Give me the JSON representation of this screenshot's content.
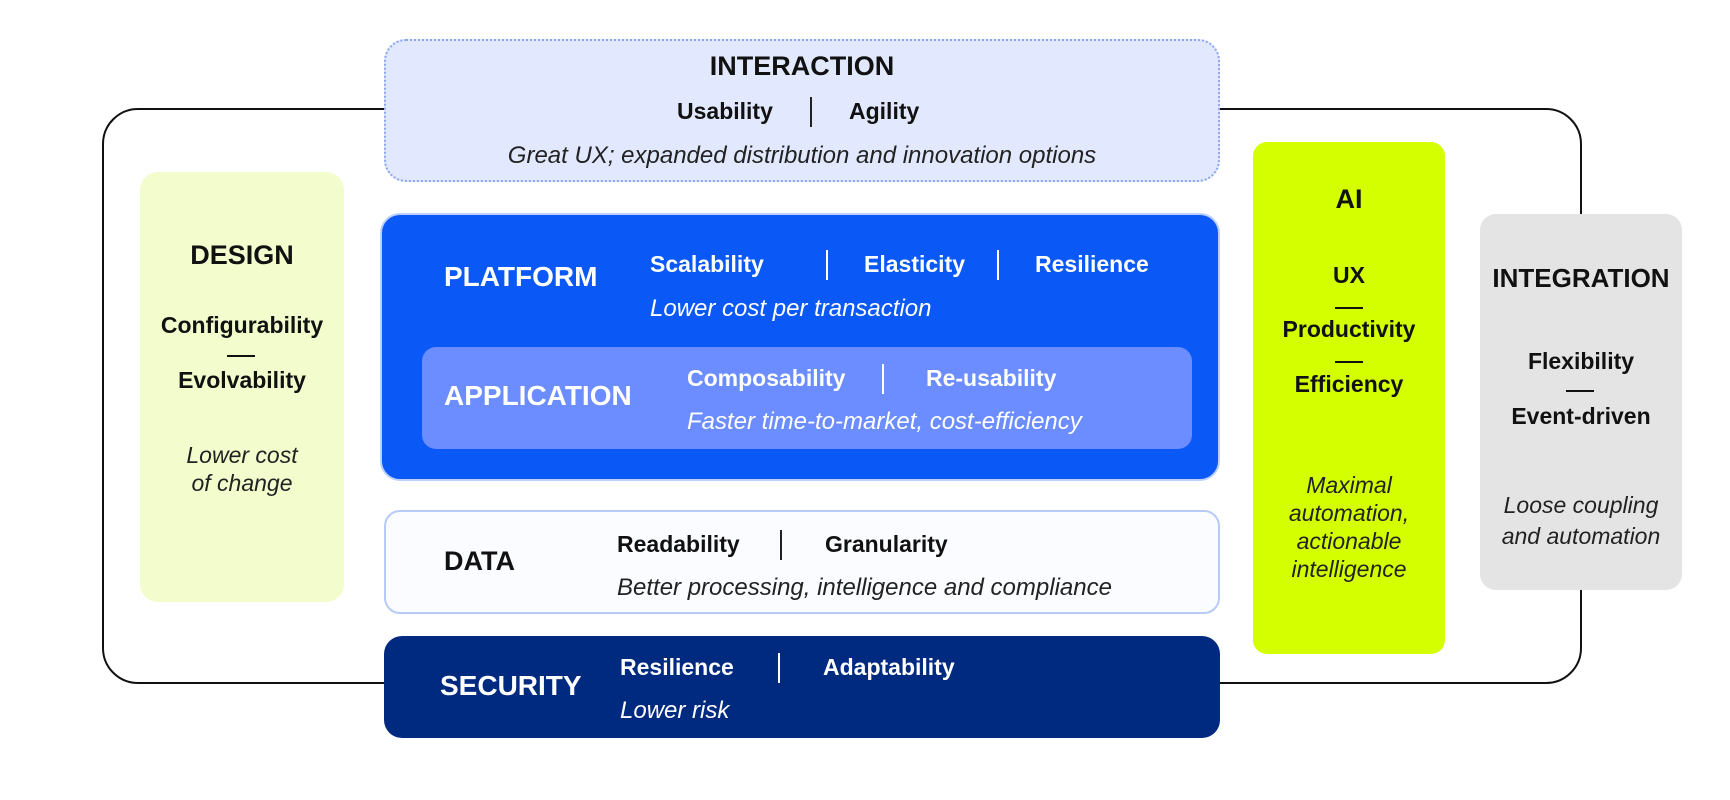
{
  "interaction": {
    "title": "INTERACTION",
    "attr1": "Usability",
    "attr2": "Agility",
    "description": "Great UX; expanded distribution and innovation options"
  },
  "platform": {
    "title": "PLATFORM",
    "attr1": "Scalability",
    "attr2": "Elasticity",
    "attr3": "Resilience",
    "description": "Lower cost per transaction"
  },
  "application": {
    "title": "APPLICATION",
    "attr1": "Composability",
    "attr2": "Re-usability",
    "description": "Faster time-to-market, cost-efficiency"
  },
  "data": {
    "title": "DATA",
    "attr1": "Readability",
    "attr2": "Granularity",
    "description": "Better processing, intelligence and compliance"
  },
  "security": {
    "title": "SECURITY",
    "attr1": "Resilience",
    "attr2": "Adaptability",
    "description": "Lower risk"
  },
  "design": {
    "title": "DESIGN",
    "attr1": "Configurability",
    "attr2": "Evolvability",
    "description_line1": "Lower cost",
    "description_line2": "of change"
  },
  "ai": {
    "title": "AI",
    "attr1": "UX",
    "attr2": "Productivity",
    "attr3": "Efficiency",
    "description_line1": "Maximal",
    "description_line2": "automation,",
    "description_line3": "actionable",
    "description_line4": "intelligence"
  },
  "integration": {
    "title": "INTEGRATION",
    "attr1": "Flexibility",
    "attr2": "Event-driven",
    "description_line1": "Loose coupling",
    "description_line2": "and automation"
  }
}
